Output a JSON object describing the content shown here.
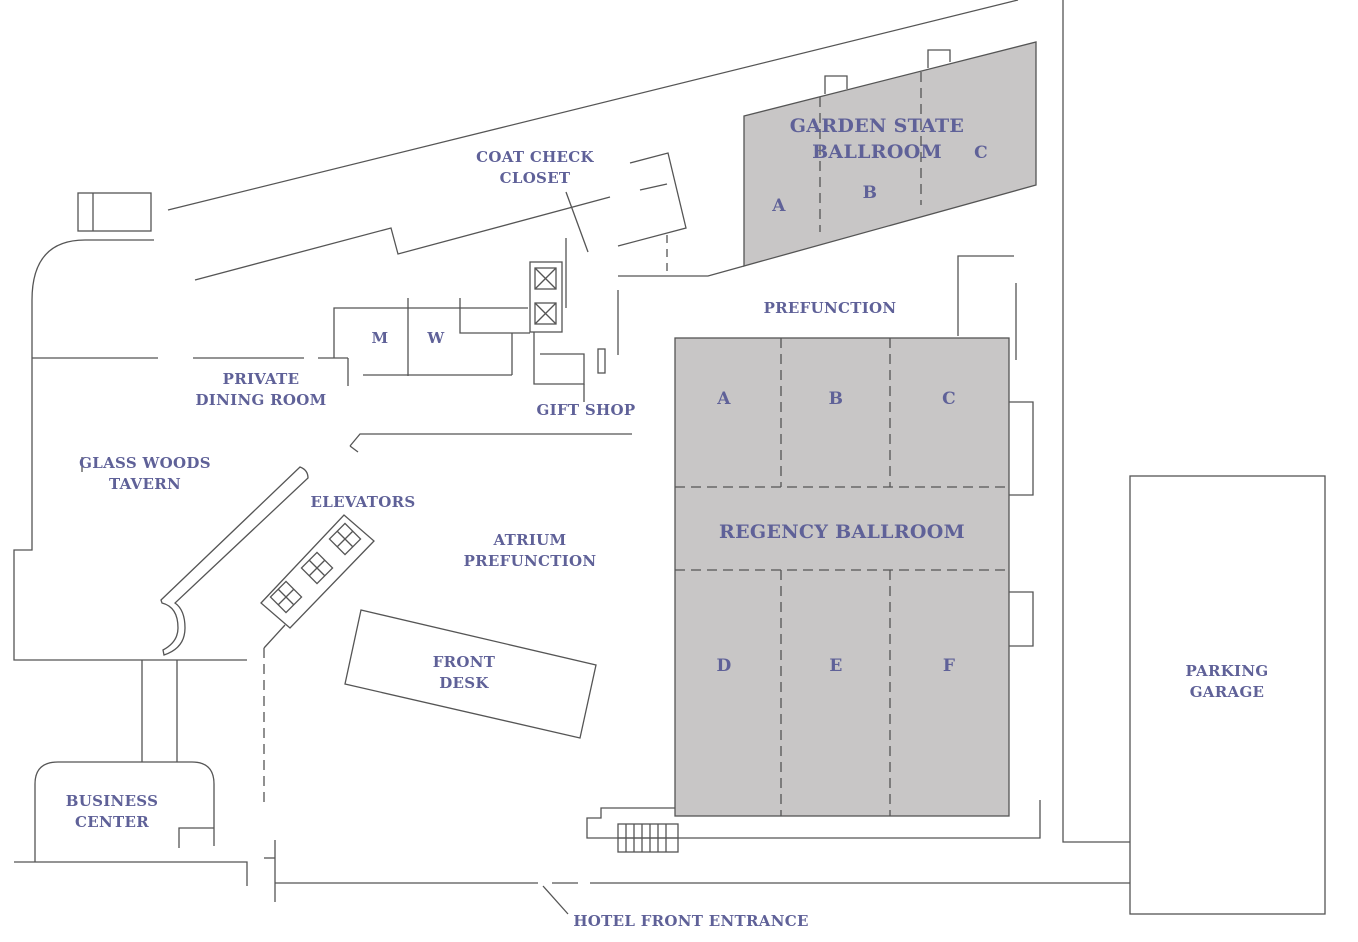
{
  "map": {
    "colors": {
      "wall": "#555555",
      "ballroom_fill": "#c8c6c6",
      "label": "#5f6198"
    },
    "rooms": {
      "coat_check": "COAT CHECK\nCLOSET",
      "garden_state_ballroom": "GARDEN STATE\nBALLROOM",
      "garden_a": "A",
      "garden_b": "B",
      "garden_c": "C",
      "restroom_m": "M",
      "restroom_w": "W",
      "prefunction": "PREFUNCTION",
      "private_dining": "PRIVATE\nDINING ROOM",
      "gift_shop": "GIFT SHOP",
      "glass_woods_tavern": "GLASS WOODS\nTAVERN",
      "elevators": "ELEVATORS",
      "atrium_prefunction": "ATRIUM\nPREFUNCTION",
      "regency_ballroom": "REGENCY BALLROOM",
      "regency_a": "A",
      "regency_b": "B",
      "regency_c": "C",
      "regency_d": "D",
      "regency_e": "E",
      "regency_f": "F",
      "front_desk": "FRONT\nDESK",
      "business_center": "BUSINESS\nCENTER",
      "parking_garage": "PARKING\nGARAGE",
      "hotel_front_entrance": "HOTEL FRONT ENTRANCE"
    }
  }
}
